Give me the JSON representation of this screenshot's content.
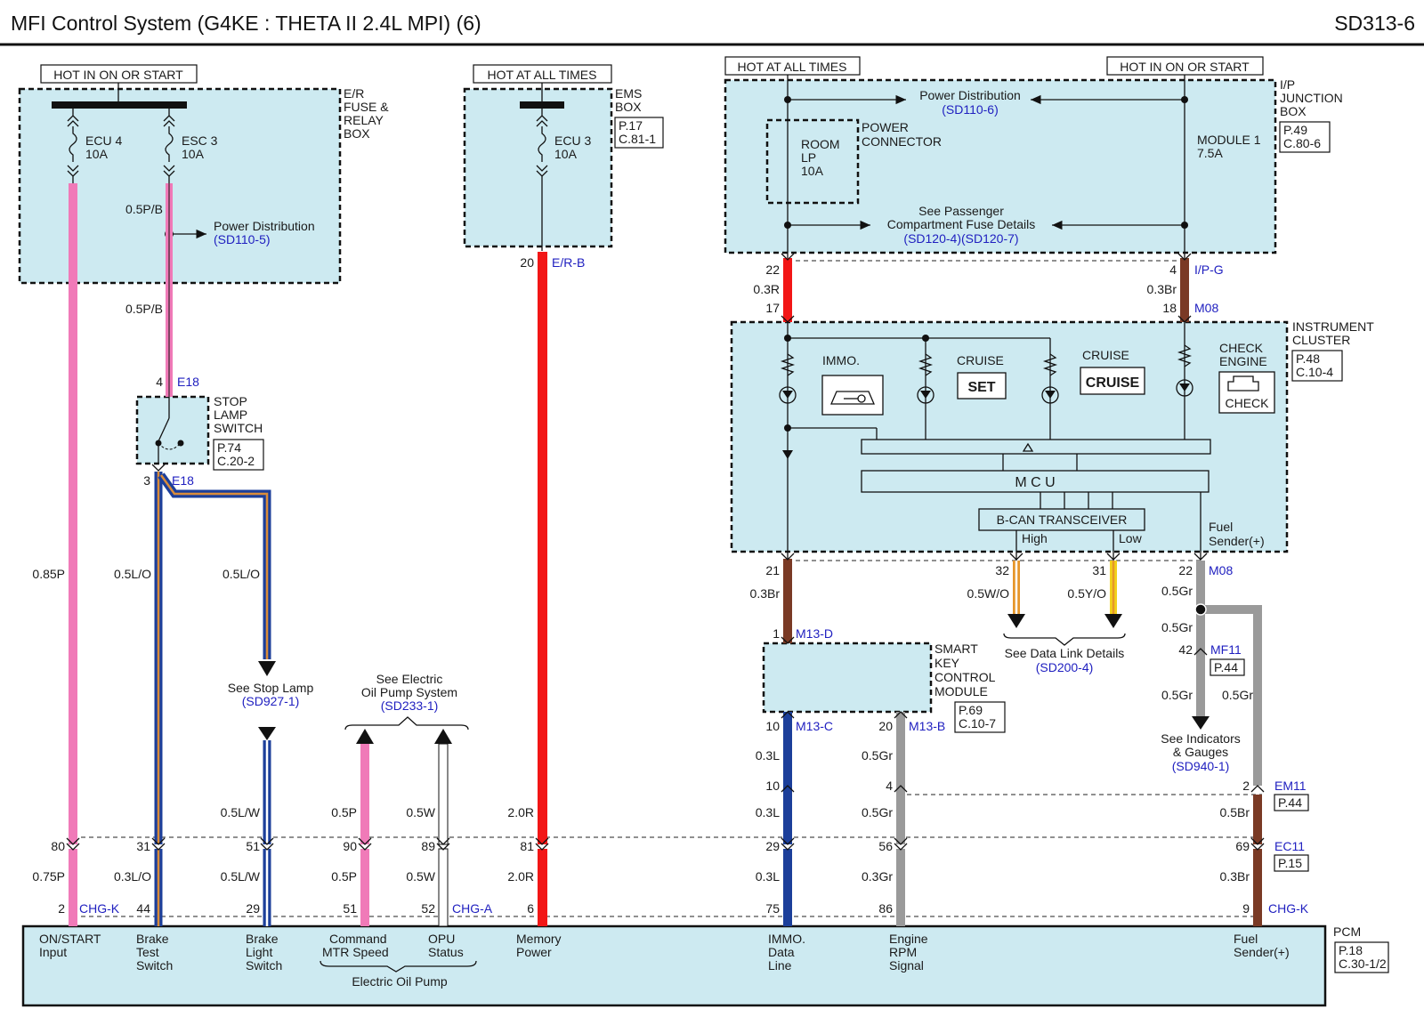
{
  "header": {
    "title": "MFI Control System (G4KE : THETA II 2.4L MPI) (6)",
    "code": "SD313-6"
  },
  "power": {
    "hot_start_left": "HOT IN ON OR START",
    "hot_all_ems": "HOT AT ALL TIMES",
    "hot_all_ip": "HOT AT ALL TIMES",
    "hot_start_ip": "HOT IN ON OR START"
  },
  "er_box": {
    "title": [
      "E/R",
      "FUSE &",
      "RELAY",
      "BOX"
    ],
    "ecu4": "ECU 4",
    "ecu4_amp": "10A",
    "esc3": "ESC 3",
    "esc3_amp": "10A",
    "pd": "Power Distribution",
    "pd_ref": "(SD110-5)"
  },
  "ems_box": {
    "title": [
      "EMS",
      "BOX"
    ],
    "ref": [
      "P.17",
      "C.81-1"
    ],
    "fuse": "ECU 3",
    "amp": "10A"
  },
  "ip_box": {
    "title": [
      "I/P",
      "JUNCTION",
      "BOX"
    ],
    "ref": [
      "P.49",
      "C.80-6"
    ],
    "pd": "Power Distribution",
    "pd_ref": "(SD110-6)",
    "pc_title": [
      "POWER",
      "CONNECTOR"
    ],
    "room": "ROOM",
    "room2": "LP",
    "room_amp": "10A",
    "module": "MODULE 1",
    "module_amp": "7.5A",
    "pass1": "See Passenger",
    "pass2": "Compartment Fuse Details",
    "pass_ref": "(SD120-4)(SD120-7)"
  },
  "cluster": {
    "title": [
      "INSTRUMENT",
      "CLUSTER"
    ],
    "ref": [
      "P.48",
      "C.10-4"
    ],
    "immo": "IMMO.",
    "cruise1": "CRUISE",
    "set": "SET",
    "cruise2": "CRUISE",
    "cruise_icon": "CRUISE",
    "check_engine": [
      "CHECK",
      "ENGINE"
    ],
    "check": "CHECK",
    "mcu": "M C U",
    "bcan": "B-CAN TRANSCEIVER",
    "high": "High",
    "low": "Low",
    "fuel": [
      "Fuel",
      "Sender(+)"
    ]
  },
  "stop_switch": {
    "title": [
      "STOP",
      "LAMP",
      "SWITCH"
    ],
    "ref": [
      "P.74",
      "C.20-2"
    ]
  },
  "smart_key": {
    "title": [
      "SMART",
      "KEY",
      "CONTROL",
      "MODULE"
    ],
    "ref": [
      "P.69",
      "C.10-7"
    ]
  },
  "pcm": {
    "title": "PCM",
    "ref": [
      "P.18",
      "C.30-1/2"
    ],
    "pins": [
      [
        "ON/START",
        "Input"
      ],
      [
        "Brake",
        "Test",
        "Switch"
      ],
      [
        "Brake",
        "Light",
        "Switch"
      ],
      [
        "Command",
        "MTR Speed"
      ],
      [
        "OPU",
        "Status"
      ],
      [
        "Memory",
        "Power"
      ],
      [
        "IMMO.",
        "Data",
        "Line"
      ],
      [
        "Engine",
        "RPM",
        "Signal"
      ],
      [
        "Fuel",
        "Sender(+)"
      ]
    ],
    "eop": "Electric Oil Pump"
  },
  "refs": {
    "stop": "See Stop Lamp",
    "stop_ref": "(SD927-1)",
    "eop1": "See Electric",
    "eop2": "Oil Pump System",
    "eop_ref": "(SD233-1)",
    "dl": "See Data Link Details",
    "dl_ref": "(SD200-4)",
    "ig1": "See Indicators",
    "ig2": "& Gauges",
    "ig_ref": "(SD940-1)"
  },
  "connectors": {
    "E18": "E18",
    "ERB": "E/R-B",
    "IPG": "I/P-G",
    "M08": "M08",
    "M13D": "M13-D",
    "M13C": "M13-C",
    "M13B": "M13-B",
    "MF11": "MF11",
    "MF11_ref": "P.44",
    "EM11": "EM11",
    "EM11_ref": "P.44",
    "EC11": "EC11",
    "EC11_ref": "P.15",
    "CHGK": "CHG-K",
    "CHGA": "CHG-A"
  },
  "wires": {
    "w085P": "0.85P",
    "w05PB": "0.5P/B",
    "w05LO": "0.5L/O",
    "w05LW": "0.5L/W",
    "w05P": "0.5P",
    "w05W": "0.5W",
    "w20R": "2.0R",
    "w03R": "0.3R",
    "w03Br": "0.3Br",
    "w05WO": "0.5W/O",
    "w05YO": "0.5Y/O",
    "w05Gr": "0.5Gr",
    "w03L": "0.3L",
    "w05Br": "0.5Br",
    "w075P": "0.75P",
    "w03LO": "0.3L/O",
    "w03Gr": "0.3Gr"
  },
  "pins": {
    "p4": "4",
    "p3": "3",
    "p20": "20",
    "p22": "22",
    "p17": "17",
    "p4b": "4",
    "p18": "18",
    "p21": "21",
    "p32": "32",
    "p31": "31",
    "p22b": "22",
    "p1": "1",
    "p42": "42",
    "p10": "10",
    "p20b": "20",
    "p10b": "10",
    "p4c": "4",
    "p2": "2",
    "p80": "80",
    "p31b": "31",
    "p51": "51",
    "p90": "90",
    "p89": "89",
    "p81": "81",
    "p29": "29",
    "p56": "56",
    "p69": "69",
    "q2": "2",
    "q44": "44",
    "q29": "29",
    "q51": "51",
    "q52": "52",
    "q6": "6",
    "q75": "75",
    "q86": "86",
    "q9": "9"
  }
}
